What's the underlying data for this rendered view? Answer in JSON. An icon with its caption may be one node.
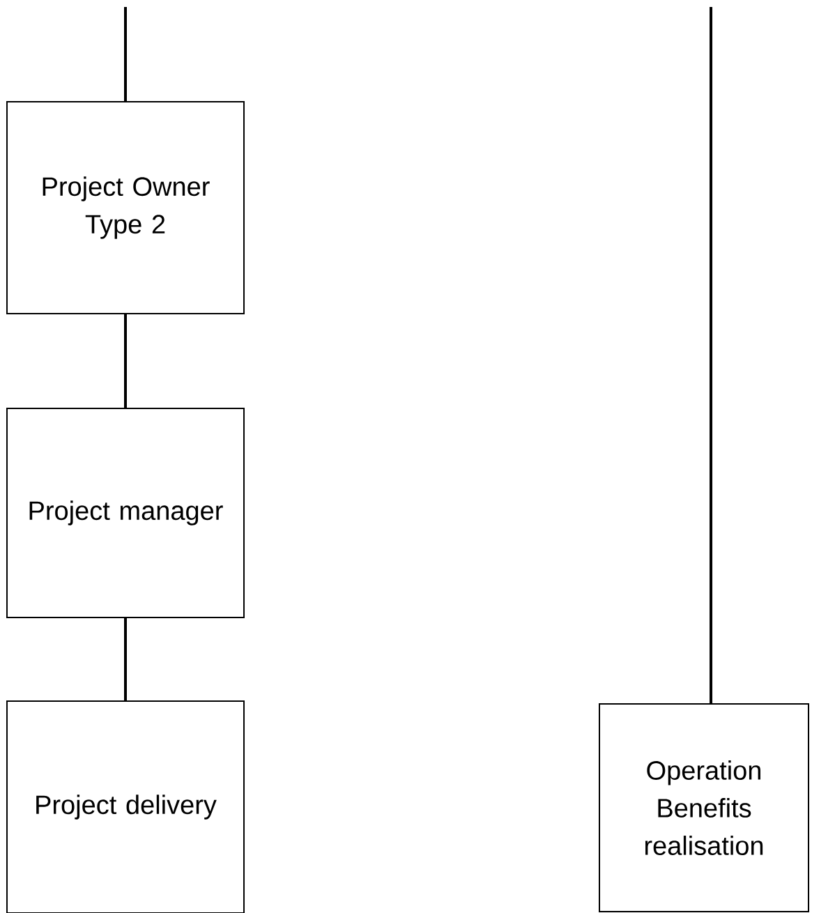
{
  "diagram": {
    "nodes": [
      {
        "text": [
          "Project Owner Type 2"
        ]
      },
      {
        "text": [
          "Project manager"
        ]
      },
      {
        "text": [
          "Project delivery"
        ]
      },
      {
        "text": [
          "Operation Benefits realisation"
        ]
      }
    ],
    "edges": [
      {
        "from": null,
        "to": 0,
        "arrow": "none"
      },
      {
        "from": 0,
        "to": 1,
        "arrow": "none"
      },
      {
        "from": 1,
        "to": 2,
        "arrow": "none"
      },
      {
        "from": null,
        "to": 3,
        "arrow": "none"
      }
    ]
  }
}
